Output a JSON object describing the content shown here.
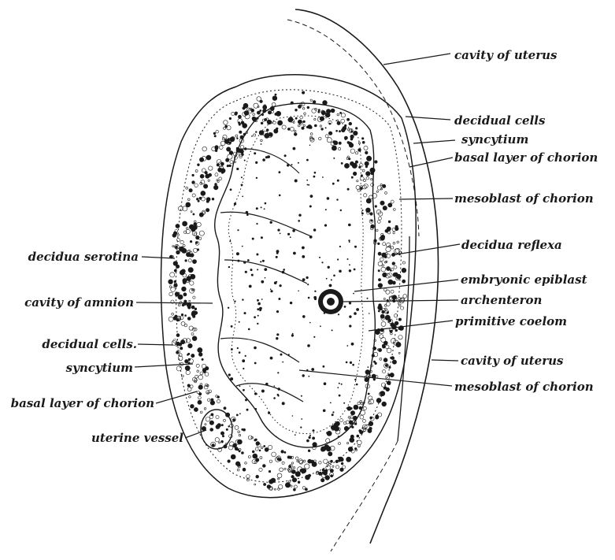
{
  "labels": {
    "cavity_of_uterus_top": "cavity of uterus",
    "decidual_cells_right": "decidual cells",
    "syncytium_right": "syncytium",
    "basal_layer_of_chorion_right": "basal layer of chorion",
    "mesoblast_of_chorion_right": "mesoblast of chorion",
    "decidua_reflexa": "decidua reflexa",
    "embryonic_epiblast": "embryonic epiblast",
    "archenteron": "archenteron",
    "primitive_coelom": "primitive coelom",
    "cavity_of_uterus_bottom": "cavity of uterus",
    "mesoblast_of_chorion_bottom": "mesoblast of chorion",
    "decidua_serotina": "decidua serotina",
    "cavity_of_amnion": "cavity of amnion",
    "decidual_cells_left": "decidual cells.",
    "syncytium_left": "syncytium",
    "basal_layer_of_chorion_left": "basal layer of chorion",
    "uterine_vessel": "uterine vessel"
  },
  "colors": {
    "ink": "#1a1a1a",
    "paper": "#ffffff"
  }
}
